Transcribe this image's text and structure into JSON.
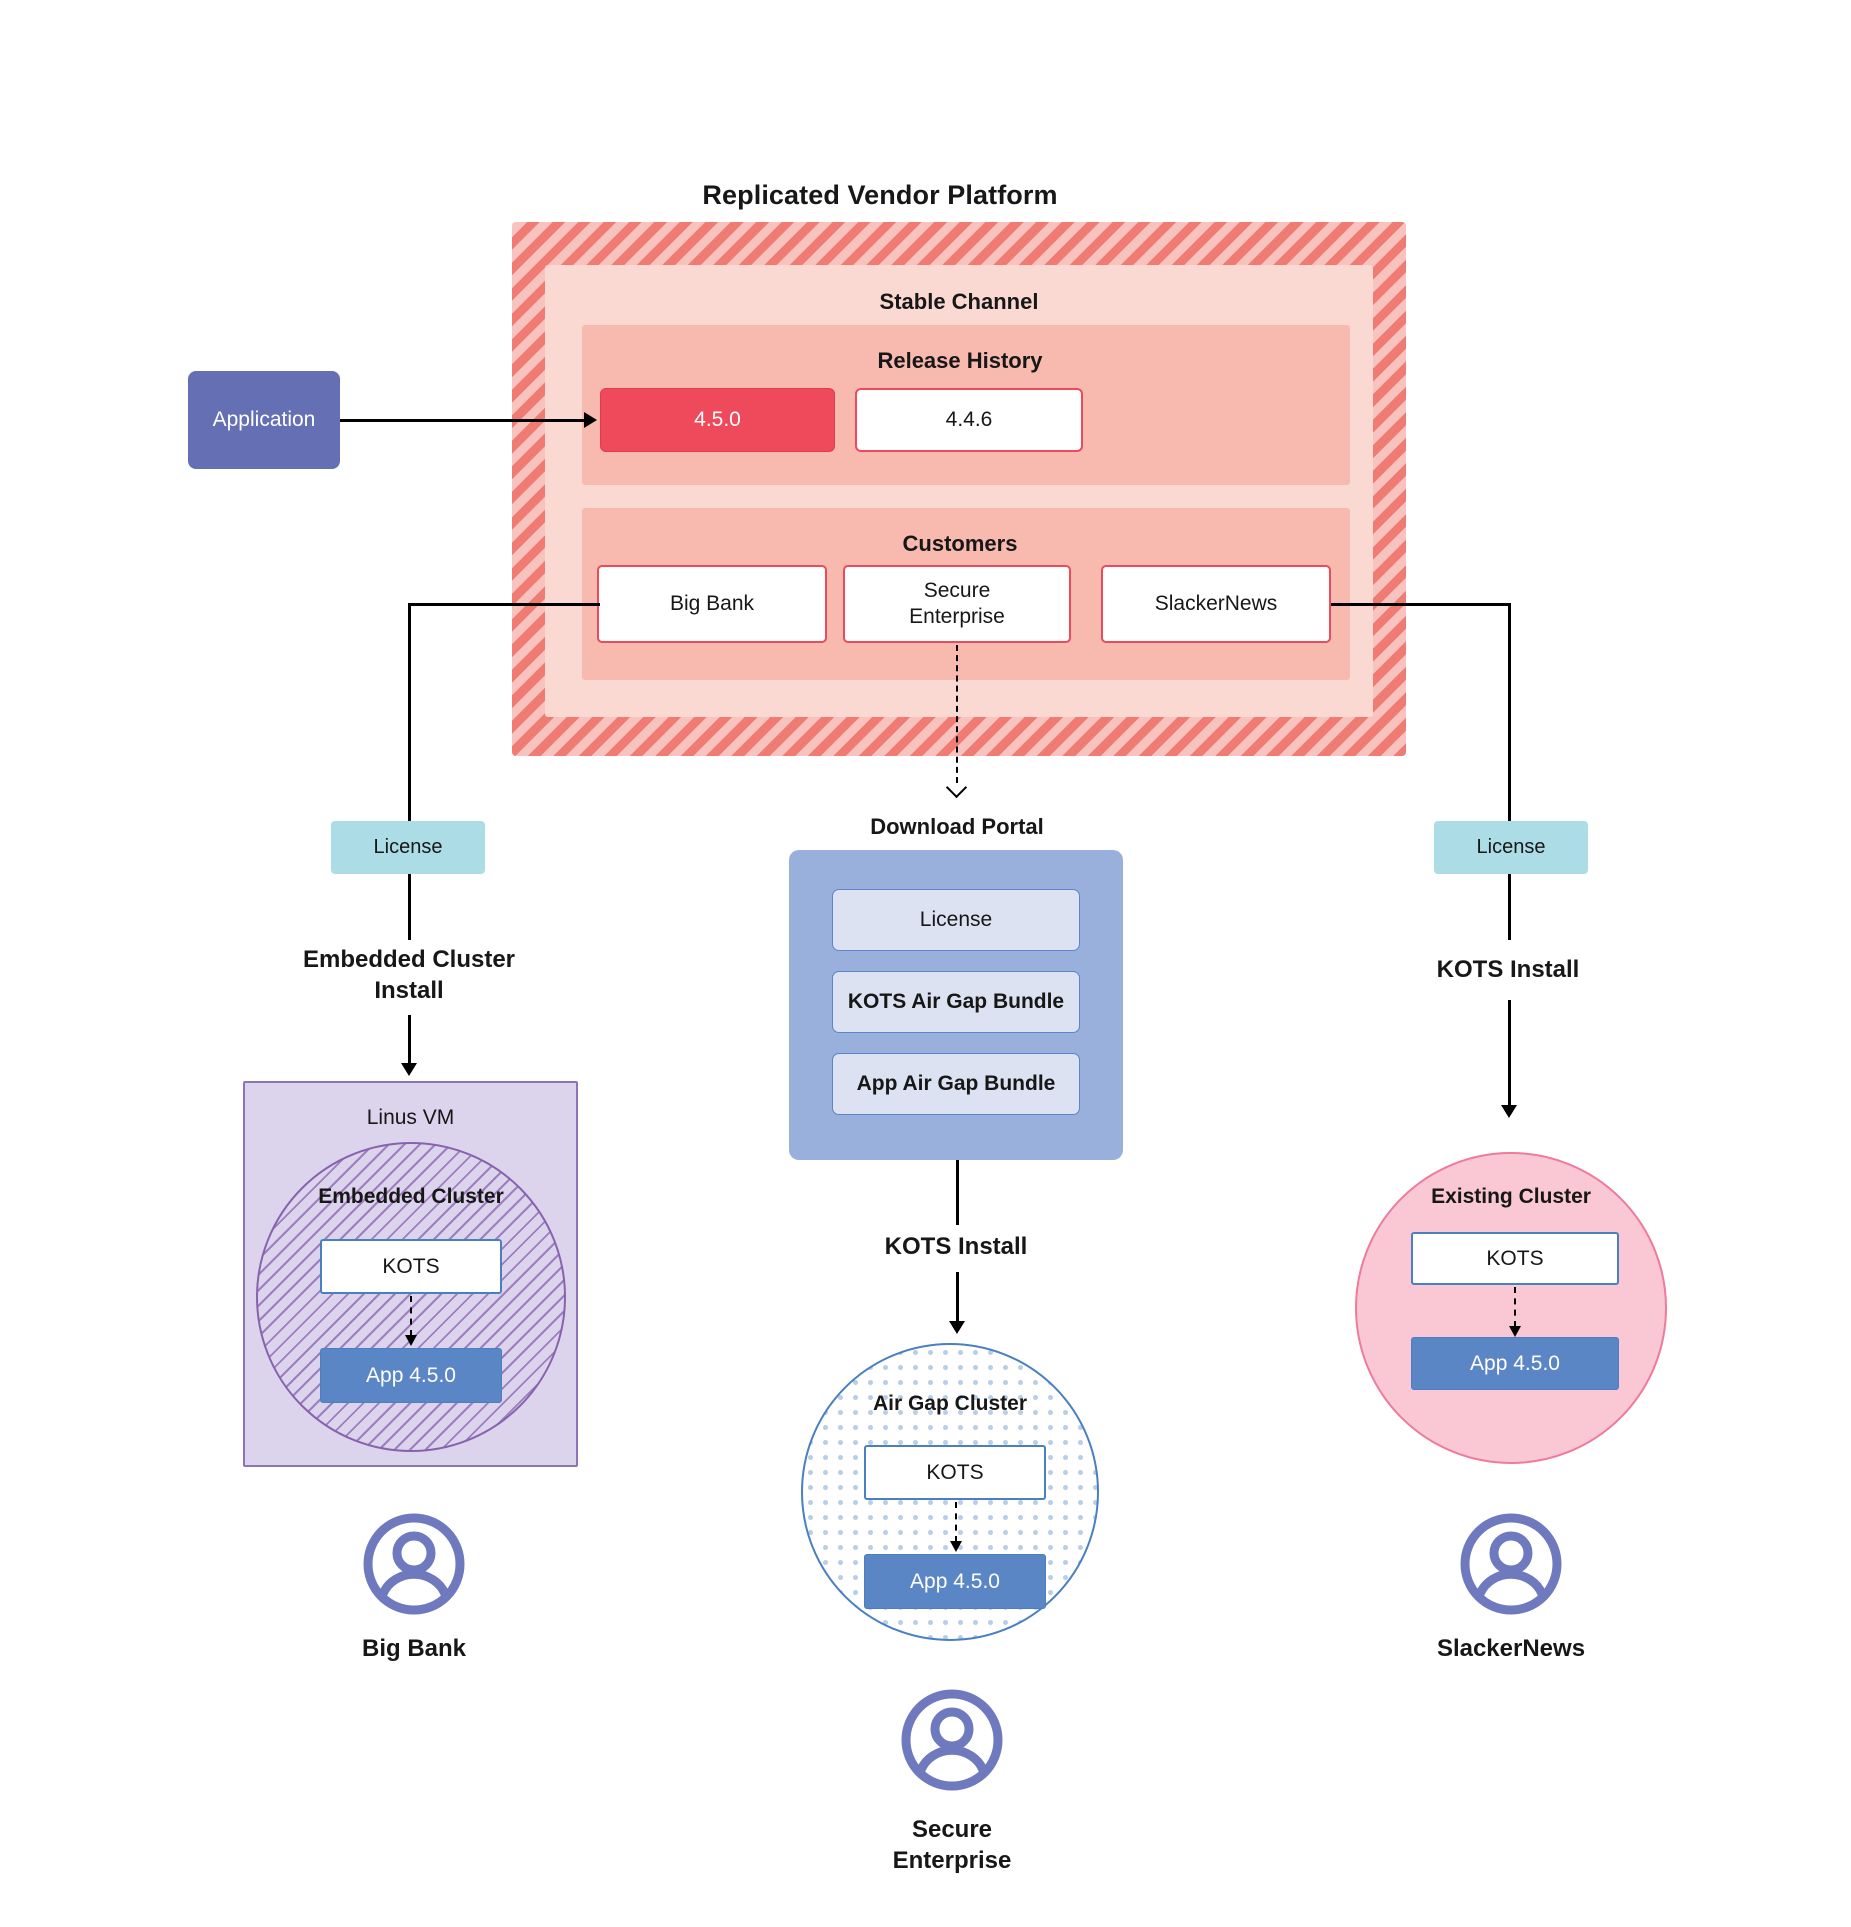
{
  "diagram": {
    "title": "Replicated Vendor Platform"
  },
  "application": {
    "label": "Application"
  },
  "platform": {
    "stable_channel": {
      "title": "Stable Channel",
      "release_history": {
        "title": "Release History",
        "releases": [
          {
            "version": "4.5.0",
            "state": "active"
          },
          {
            "version": "4.4.6",
            "state": "previous"
          }
        ]
      },
      "customers": {
        "title": "Customers",
        "items": [
          {
            "name": "Big Bank"
          },
          {
            "name": "Secure\nEnterprise",
            "line1": "Secure",
            "line2": "Enterprise"
          },
          {
            "name": "SlackerNews"
          }
        ]
      }
    }
  },
  "download_portal": {
    "title": "Download  Portal",
    "items": [
      {
        "label": "License"
      },
      {
        "label": "KOTS Air Gap Bundle"
      },
      {
        "label": "App Air Gap Bundle"
      }
    ]
  },
  "licenses": {
    "left_label": "License",
    "right_label": "License"
  },
  "install_paths": {
    "left": {
      "line1": "Embedded Cluster",
      "line2": "Install"
    },
    "center": {
      "label": "KOTS Install"
    },
    "right": {
      "label": "KOTS Install"
    }
  },
  "left_stack": {
    "vm_title": "Linus VM",
    "cluster_title": "Embedded Cluster",
    "kots_label": "KOTS",
    "app_label": "App 4.5.0",
    "customer_label": "Big Bank",
    "avatar_icon": "user-avatar-icon"
  },
  "center_stack": {
    "cluster_title": "Air Gap Cluster",
    "kots_label": "KOTS",
    "app_label": "App 4.5.0",
    "customer_line1": "Secure",
    "customer_line2": "Enterprise",
    "avatar_icon": "user-avatar-icon"
  },
  "right_stack": {
    "cluster_title": "Existing Cluster",
    "kots_label": "KOTS",
    "app_label": "App 4.5.0",
    "customer_label": "SlackerNews",
    "avatar_icon": "user-avatar-icon"
  },
  "colors": {
    "platform_hatch": "#F07B72",
    "stable_channel": "#FBD9D3",
    "release_panel": "#F8B9AF",
    "release_active": "#EE4A5C",
    "application": "#6570B4",
    "license_chip": "#ACDDE7",
    "download_portal": "#9AB0DC",
    "download_item": "#DCE2F2",
    "vm_purple": "#DCD3EC",
    "cluster_border_purple": "#8763AE",
    "airgap_border": "#4A7FC1",
    "existing_cluster_pink": "#FAC8D4",
    "app_version_blue": "#5B86C5",
    "avatar_blue": "#6570B4"
  }
}
